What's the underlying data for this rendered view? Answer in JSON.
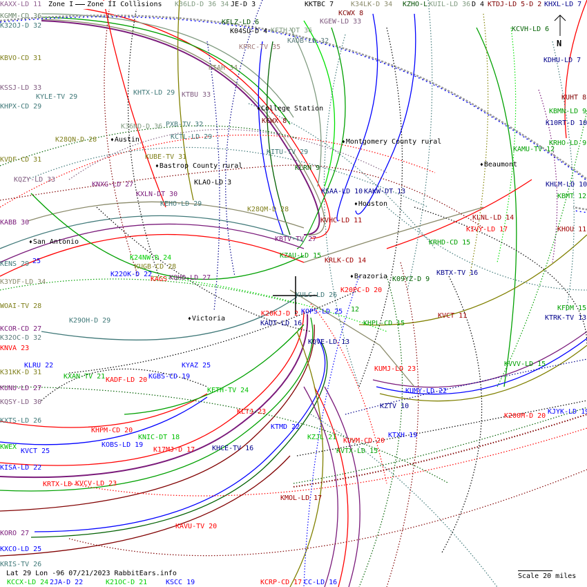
{
  "legend": {
    "zone1": "Zone I",
    "zone2": "Zone II Collisions"
  },
  "footer": {
    "info": "Lat 29 Lon -96 07/21/2023 RabbitEars.info",
    "scale": "Scale 20 miles"
  },
  "compass": {
    "label": "N"
  },
  "cities": [
    {
      "name": "Austin"
    },
    {
      "name": "Bastrop County rural"
    },
    {
      "name": "College Station"
    },
    {
      "name": "Montgomery County rural"
    },
    {
      "name": "Beaumont"
    },
    {
      "name": "Houston"
    },
    {
      "name": "San Antonio"
    },
    {
      "name": "Brazoria"
    },
    {
      "name": "Victoria"
    }
  ],
  "stations": [
    {
      "label": "KAXX-LD 11",
      "color": "#906090"
    },
    {
      "label": "KGMM-CD 36",
      "color": "#6f8a6f"
    },
    {
      "label": "K32OJ-D 32",
      "color": "#3f7878"
    },
    {
      "label": "K36LD-D 36 34",
      "color": "#7f9a7f"
    },
    {
      "label": "JE-D 3",
      "color": "#000000"
    },
    {
      "label": "KFLZ-LD 6",
      "color": "#004d00"
    },
    {
      "label": "K04SU-D 4",
      "color": "#000000"
    },
    {
      "label": "KFTH-DT 36",
      "color": "#7f9a7f"
    },
    {
      "label": "KPRC-TV 35",
      "color": "#a07878"
    },
    {
      "label": "KIAH 34",
      "color": "#8a8a6a"
    },
    {
      "label": "KBVO-CD 31",
      "color": "#7f7f1a"
    },
    {
      "label": "KSSJ-LD 33",
      "color": "#7f5a7f"
    },
    {
      "label": "KYLE-TV 29",
      "color": "#3f7878"
    },
    {
      "label": "KHTX-LD 29",
      "color": "#3f7878"
    },
    {
      "label": "KTBU 33",
      "color": "#7f5a7f"
    },
    {
      "label": "KHPX-CD 29",
      "color": "#3f7878"
    },
    {
      "label": "K36ND-D 36",
      "color": "#7f9a7f"
    },
    {
      "label": "PXB-TV 32",
      "color": "#3f7878"
    },
    {
      "label": "KCTL-LD 29",
      "color": "#3f7878"
    },
    {
      "label": "K28QN-D 28",
      "color": "#7f7f1a"
    },
    {
      "label": "KVDF-CD 31",
      "color": "#7f7f1a"
    },
    {
      "label": "KUBE-TV 31",
      "color": "#7f7f1a"
    },
    {
      "label": "KQZY-LD 33",
      "color": "#7f5a7f"
    },
    {
      "label": "KNXG-LD 27",
      "color": "#7a1a7a"
    },
    {
      "label": "KLAO-LD 3",
      "color": "#000000"
    },
    {
      "label": "KXLN-DT 30",
      "color": "#7a1a7a"
    },
    {
      "label": "KEHO-LD 29",
      "color": "#3f7878"
    },
    {
      "label": "K28QM-D 28",
      "color": "#7f7f1a"
    },
    {
      "label": "KABB 30",
      "color": "#7a1a7a"
    },
    {
      "label": "KENS 29",
      "color": "#3f7878"
    },
    {
      "label": "25",
      "color": "#0000ff"
    },
    {
      "label": "K24NW-D 24",
      "color": "#00d000"
    },
    {
      "label": "KUGB-CD 28",
      "color": "#7f7f1a"
    },
    {
      "label": "K22OK-D 22",
      "color": "#0000ff"
    },
    {
      "label": "KAGS",
      "color": "#ff0000"
    },
    {
      "label": "KQHO-LD 27",
      "color": "#7a1a7a"
    },
    {
      "label": "K3YDF-LD 34",
      "color": "#8a8a6a"
    },
    {
      "label": "WOAI-TV 28",
      "color": "#7f7f1a"
    },
    {
      "label": "K29OH-D 29",
      "color": "#3f7878"
    },
    {
      "label": "KCOR-CD 27",
      "color": "#7a1a7a"
    },
    {
      "label": "K32OC-D 32",
      "color": "#5a7a7a"
    },
    {
      "label": "KNVA 23",
      "color": "#ff0000"
    },
    {
      "label": "KLRU 22",
      "color": "#0000ff"
    },
    {
      "label": "K31KK-D 31",
      "color": "#7f7f1a"
    },
    {
      "label": "KXAN-TV 21",
      "color": "#00b000"
    },
    {
      "label": "KADF-LD 20",
      "color": "#ff0000"
    },
    {
      "label": "KGBS-CD 19",
      "color": "#0000ff"
    },
    {
      "label": "KYAZ 25",
      "color": "#0000ff"
    },
    {
      "label": "KUNU-LD 27",
      "color": "#7a1a7a"
    },
    {
      "label": "KQSY-LD 30",
      "color": "#7f5a7f"
    },
    {
      "label": "KXTS-LD 26",
      "color": "#3f7878"
    },
    {
      "label": "KETH-TV 24",
      "color": "#00c000"
    },
    {
      "label": "KLTJ 23",
      "color": "#ff0000"
    },
    {
      "label": "KTMD 22",
      "color": "#0000ff"
    },
    {
      "label": "KHPM-CD 20",
      "color": "#ff0000"
    },
    {
      "label": "KNIC-DT 18",
      "color": "#00c000"
    },
    {
      "label": "KOBS-LD 19",
      "color": "#0000ff"
    },
    {
      "label": "KWEX",
      "color": "#00c000"
    },
    {
      "label": "KVCT 25",
      "color": "#0000ff"
    },
    {
      "label": "K17MJ-D 17",
      "color": "#ff0000"
    },
    {
      "label": "KHCE-TV 16",
      "color": "#00008b"
    },
    {
      "label": "KISA-LD 22",
      "color": "#0000ff"
    },
    {
      "label": "KRTX-LD",
      "color": "#ff0000"
    },
    {
      "label": "KVCV-LD 23",
      "color": "#ff0000"
    },
    {
      "label": "KORO 27",
      "color": "#7a1a7a"
    },
    {
      "label": "KXCO-LD 25",
      "color": "#0000ff"
    },
    {
      "label": "KRIS-TV 26",
      "color": "#3f7878"
    },
    {
      "label": "KCCX-LD 24",
      "color": "#00d000"
    },
    {
      "label": "2JA-D 22",
      "color": "#0000ff"
    },
    {
      "label": "K21OC-D 21",
      "color": "#00d000"
    },
    {
      "label": "KSCC 19",
      "color": "#0000ff"
    },
    {
      "label": "KAVU-TV 20",
      "color": "#ff0000"
    },
    {
      "label": "KMOL-LD 17",
      "color": "#a00000"
    },
    {
      "label": "KZJL 21",
      "color": "#00c000"
    },
    {
      "label": "KUVM-CD 20",
      "color": "#ff0000"
    },
    {
      "label": "KVTX-LD 15",
      "color": "#00a000"
    },
    {
      "label": "KZTV 10",
      "color": "#00008b"
    },
    {
      "label": "KTXH 19",
      "color": "#0000ff"
    },
    {
      "label": "KUMY-LD 22",
      "color": "#0000ff"
    },
    {
      "label": "K200M-D 20",
      "color": "#ff0000"
    },
    {
      "label": "KJYK-LD 19",
      "color": "#0000ff"
    },
    {
      "label": "KCRP-CD 17",
      "color": "#ff0000"
    },
    {
      "label": "CC-LD 16",
      "color": "#0000ff"
    },
    {
      "label": "KKTBC 7",
      "color": "#000000"
    },
    {
      "label": "KCWX 8",
      "color": "#800000"
    },
    {
      "label": "K34LK-D 34",
      "color": "#8a8a6a"
    },
    {
      "label": "KZHO-L",
      "color": "#004d00"
    },
    {
      "label": "KUIL-LD 36",
      "color": "#7f9a7f"
    },
    {
      "label": "D 4",
      "color": "#000000"
    },
    {
      "label": "KTDJ-LD 5-D 2",
      "color": "#800000"
    },
    {
      "label": "KHXL-LD 7",
      "color": "#00008b"
    },
    {
      "label": "KGEW-LD 33",
      "color": "#7f5a7f"
    },
    {
      "label": "KAOB-LD 32",
      "color": "#5a7a7a"
    },
    {
      "label": "KCVH-LD 6",
      "color": "#006000"
    },
    {
      "label": "KDHU-LD 7",
      "color": "#00008b"
    },
    {
      "label": "KUHT 8",
      "color": "#800000"
    },
    {
      "label": "KBMN-LD 9",
      "color": "#00a000"
    },
    {
      "label": "KCWX 8",
      "color": "#800000"
    },
    {
      "label": "K10RT-D 10",
      "color": "#00008b"
    },
    {
      "label": "KRHO-LD 9",
      "color": "#00a000"
    },
    {
      "label": "KITU-TV 29",
      "color": "#3f7878"
    },
    {
      "label": "KAMU-TV 12",
      "color": "#00a000"
    },
    {
      "label": "KLRN 9",
      "color": "#006000"
    },
    {
      "label": "KHLM-LD 10",
      "color": "#00008b"
    },
    {
      "label": "KSAA-LD 10",
      "color": "#00008b"
    },
    {
      "label": "KAKW-DT 13",
      "color": "#00008b"
    },
    {
      "label": "KBMT 12",
      "color": "#00a000"
    },
    {
      "label": "KLNL-LD 14",
      "color": "#a00000"
    },
    {
      "label": "KVHC-LD 11",
      "color": "#a00000"
    },
    {
      "label": "KIVY-LD 17",
      "color": "#ff0000"
    },
    {
      "label": "KHOU 11",
      "color": "#a00000"
    },
    {
      "label": "KBTV-TV 27",
      "color": "#7a1a7a"
    },
    {
      "label": "KRHD-CD 15",
      "color": "#00a000"
    },
    {
      "label": "KZAU-LD 15",
      "color": "#00a000"
    },
    {
      "label": "KRLK-CD 14",
      "color": "#a00000"
    },
    {
      "label": "K09YZ-D 9",
      "color": "#006000"
    },
    {
      "label": "KBTX-TV 16",
      "color": "#00008b"
    },
    {
      "label": "K20PC-D 20",
      "color": "#ff0000"
    },
    {
      "label": "KULC-LD 26",
      "color": "#3f7878"
    },
    {
      "label": "K20KJ-D 2",
      "color": "#ff0000"
    },
    {
      "label": "KOPS-LD 25",
      "color": "#0000ff"
    },
    {
      "label": "12",
      "color": "#00a000"
    },
    {
      "label": "KVCT 11",
      "color": "#a00000"
    },
    {
      "label": "KFDM 15",
      "color": "#00a000"
    },
    {
      "label": "KTRK-TV 13",
      "color": "#00008b"
    },
    {
      "label": "KADT-LD 16",
      "color": "#00008b"
    },
    {
      "label": "KHPL-CD 15",
      "color": "#00a000"
    },
    {
      "label": "KQVE-LD 13",
      "color": "#00008b"
    },
    {
      "label": "KVVV-LD 15",
      "color": "#00a000"
    },
    {
      "label": "KUMJ-LD 23",
      "color": "#ff0000"
    }
  ]
}
